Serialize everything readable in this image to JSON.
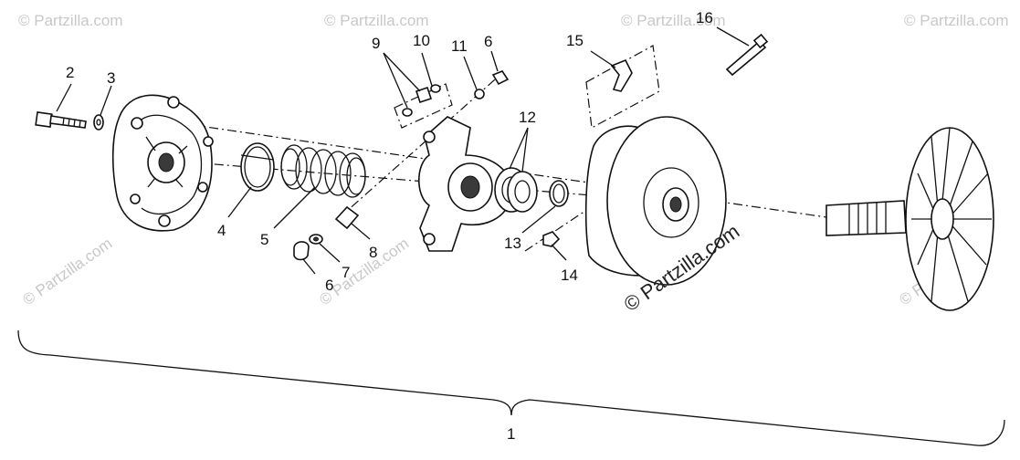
{
  "watermark": {
    "small_text": "© Partzilla.com",
    "big_text": "© Partzilla.com"
  },
  "callouts": [
    {
      "id": "1",
      "label": "1"
    },
    {
      "id": "2",
      "label": "2"
    },
    {
      "id": "3",
      "label": "3"
    },
    {
      "id": "4",
      "label": "4"
    },
    {
      "id": "5",
      "label": "5"
    },
    {
      "id": "6a",
      "label": "6"
    },
    {
      "id": "6b",
      "label": "6"
    },
    {
      "id": "7",
      "label": "7"
    },
    {
      "id": "8",
      "label": "8"
    },
    {
      "id": "9",
      "label": "9"
    },
    {
      "id": "10",
      "label": "10"
    },
    {
      "id": "11",
      "label": "11"
    },
    {
      "id": "12",
      "label": "12"
    },
    {
      "id": "13",
      "label": "13"
    },
    {
      "id": "14",
      "label": "14"
    },
    {
      "id": "15",
      "label": "15"
    },
    {
      "id": "16",
      "label": "16"
    }
  ]
}
